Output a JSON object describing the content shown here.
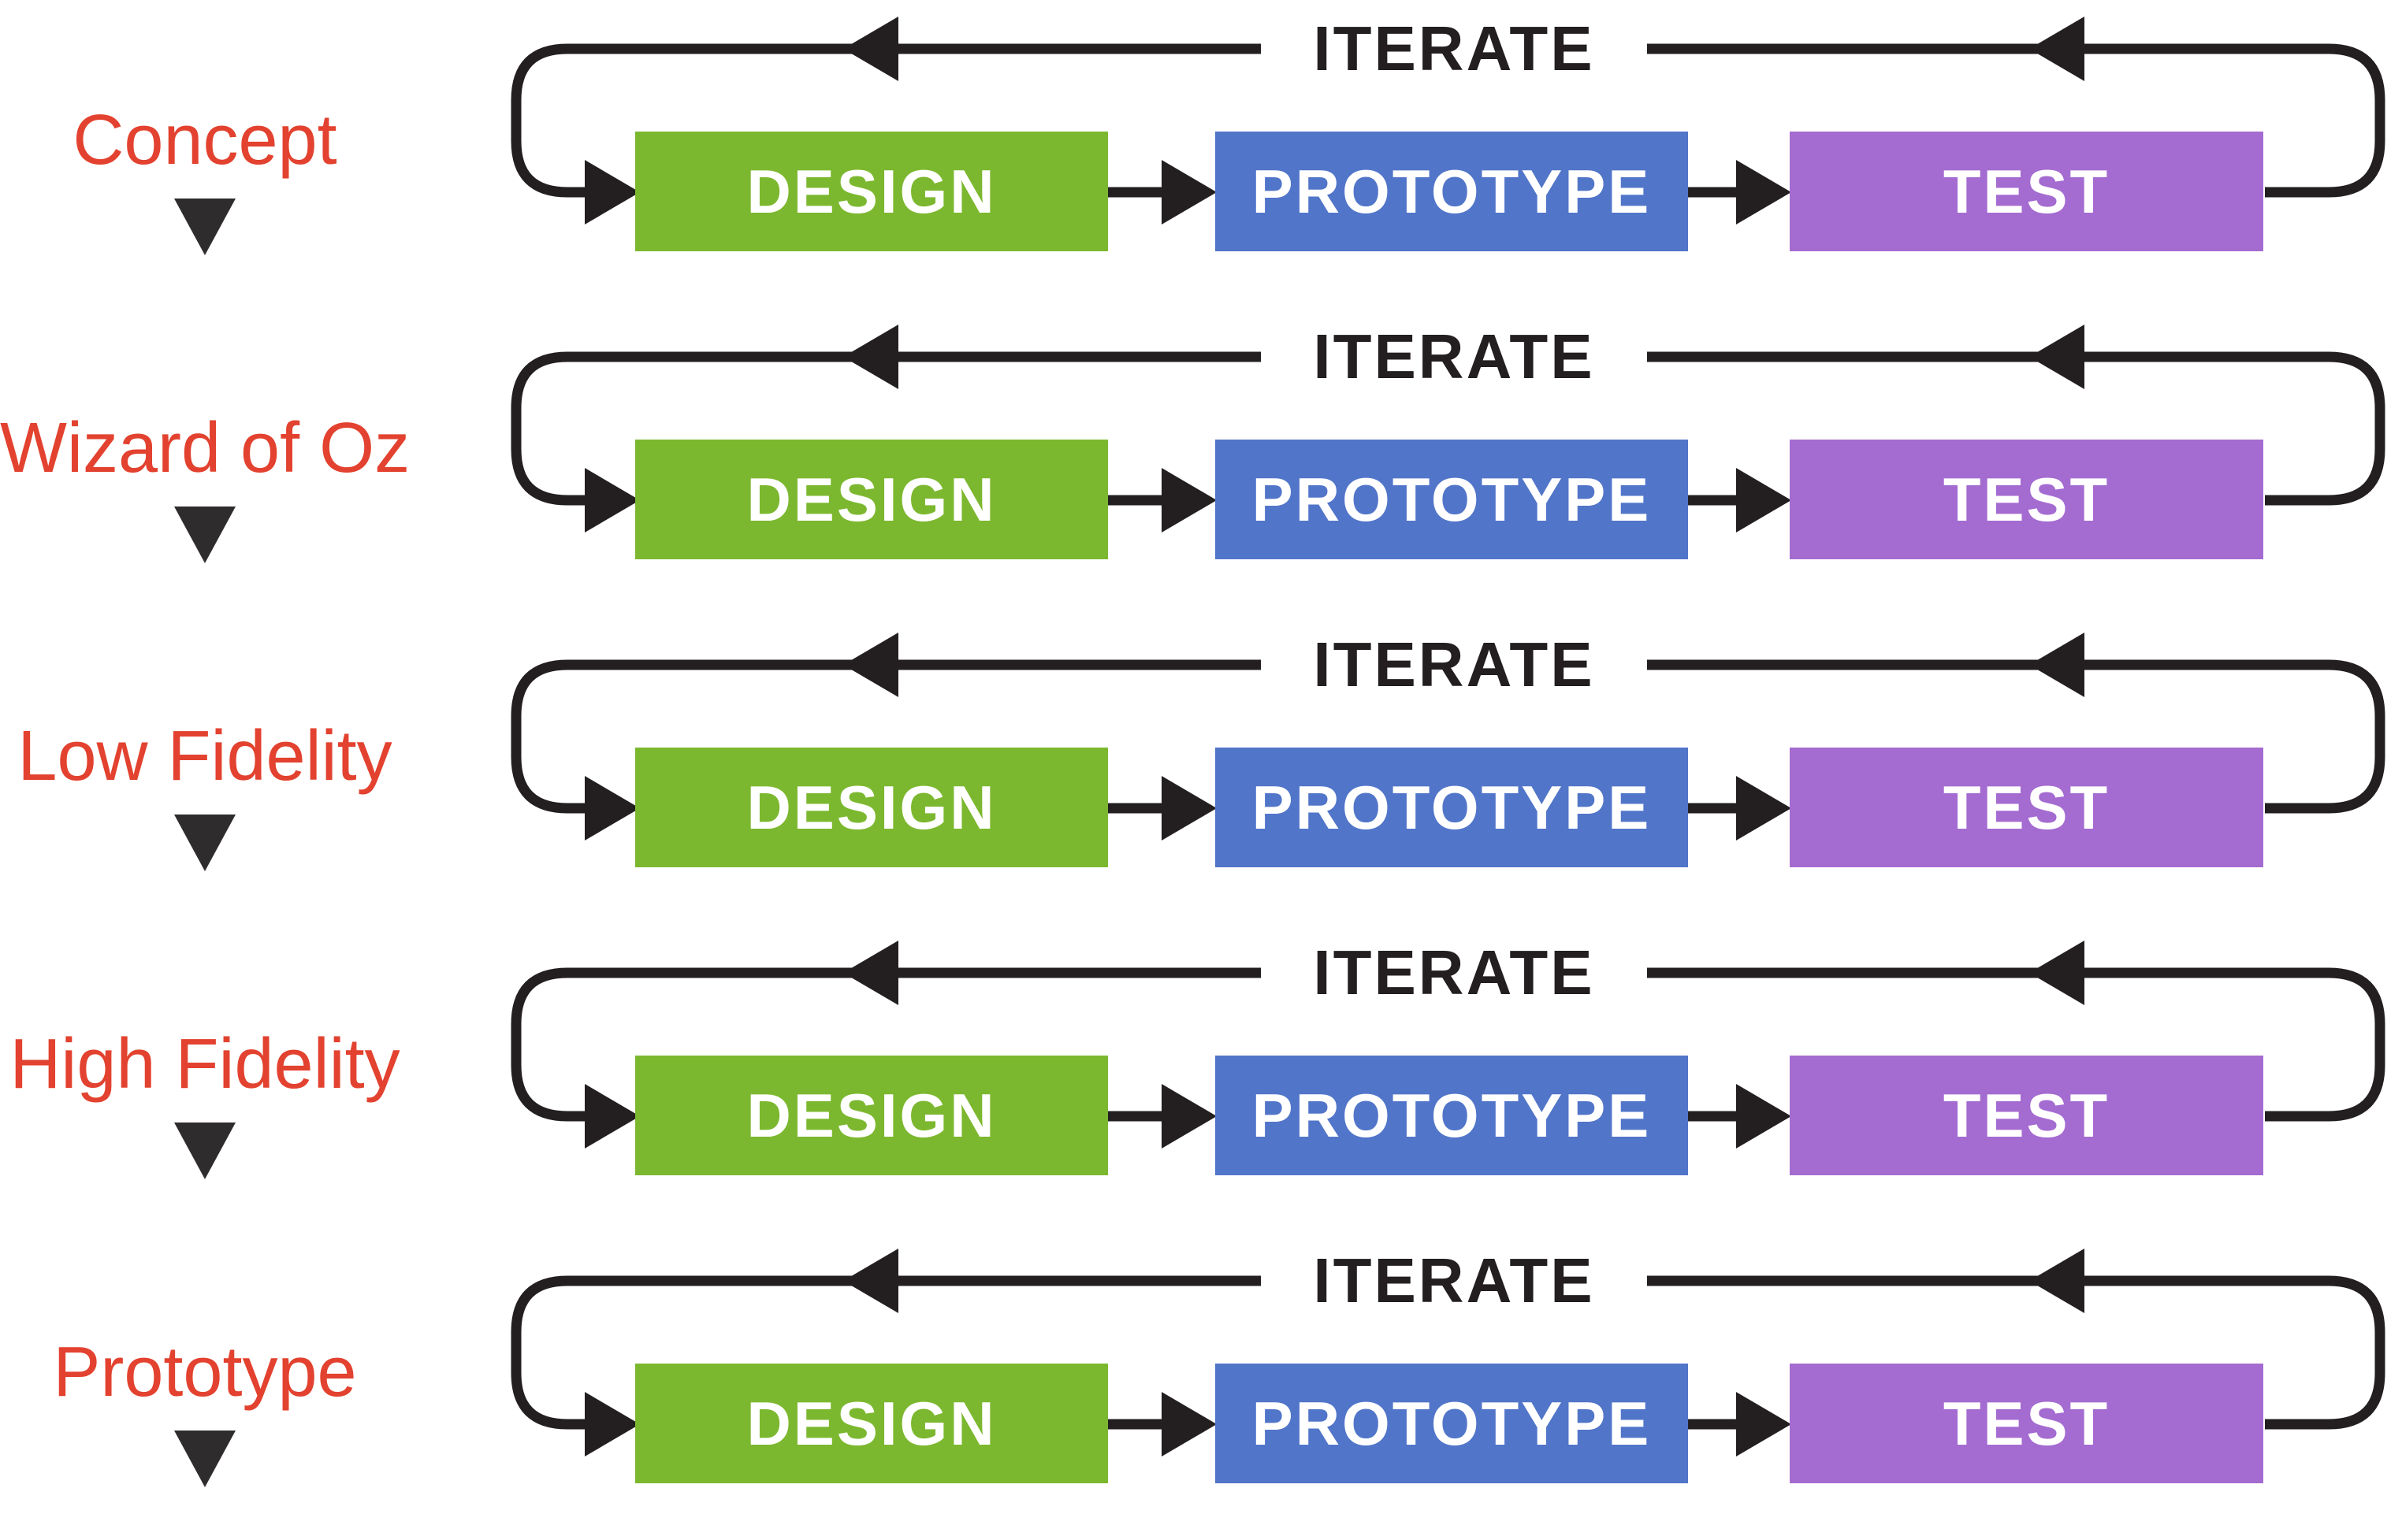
{
  "iterate_label": "ITERATE",
  "stages": [
    "DESIGN",
    "PROTOTYPE",
    "TEST"
  ],
  "rows": [
    {
      "label": "Concept"
    },
    {
      "label": "Wizard of Oz"
    },
    {
      "label": "Low Fidelity"
    },
    {
      "label": "High Fidelity"
    },
    {
      "label": "Prototype"
    }
  ],
  "colors": {
    "design_green": "#7cb82f",
    "prototype_blue": "#5175c9",
    "test_purple": "#a46bd1",
    "label_red": "#e2422f",
    "ink_black": "#231f20",
    "triangle_dark": "#2f2c2d",
    "background": "#ffffff"
  }
}
